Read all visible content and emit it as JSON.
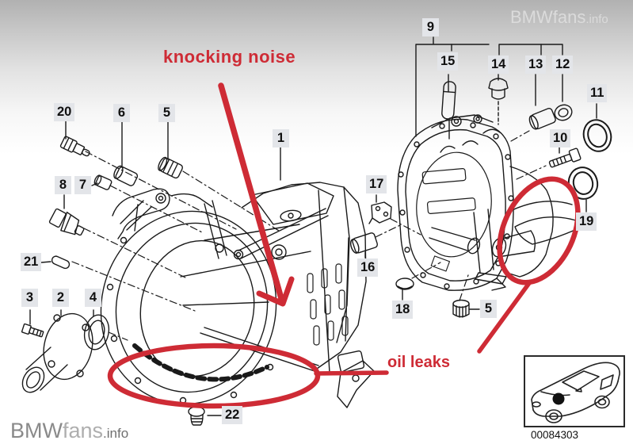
{
  "colors": {
    "annotation_red": "#ce2b35",
    "callout_box_bg": "#e3e5e9",
    "line_art": "#1a1a1a",
    "watermark_gray": "#dbdbdb",
    "logo_gray": "#8a8a8a"
  },
  "watermark": {
    "brand": "BMWfans",
    "suffix": ".info"
  },
  "footer_logo": {
    "bmw": "BMW",
    "fans": "fans",
    "suffix": ".info"
  },
  "annotations": {
    "knocking_noise": "knocking noise",
    "oil_leaks": "oil leaks"
  },
  "thumbnail": {
    "code": "00084303"
  },
  "callouts": [
    {
      "label": "1"
    },
    {
      "label": "2"
    },
    {
      "label": "3"
    },
    {
      "label": "4"
    },
    {
      "label": "5"
    },
    {
      "label": "5"
    },
    {
      "label": "6"
    },
    {
      "label": "7"
    },
    {
      "label": "8"
    },
    {
      "label": "9"
    },
    {
      "label": "10"
    },
    {
      "label": "11"
    },
    {
      "label": "12"
    },
    {
      "label": "13"
    },
    {
      "label": "14"
    },
    {
      "label": "15"
    },
    {
      "label": "16"
    },
    {
      "label": "17"
    },
    {
      "label": "18"
    },
    {
      "label": "19"
    },
    {
      "label": "20"
    },
    {
      "label": "21"
    },
    {
      "label": "22"
    }
  ]
}
